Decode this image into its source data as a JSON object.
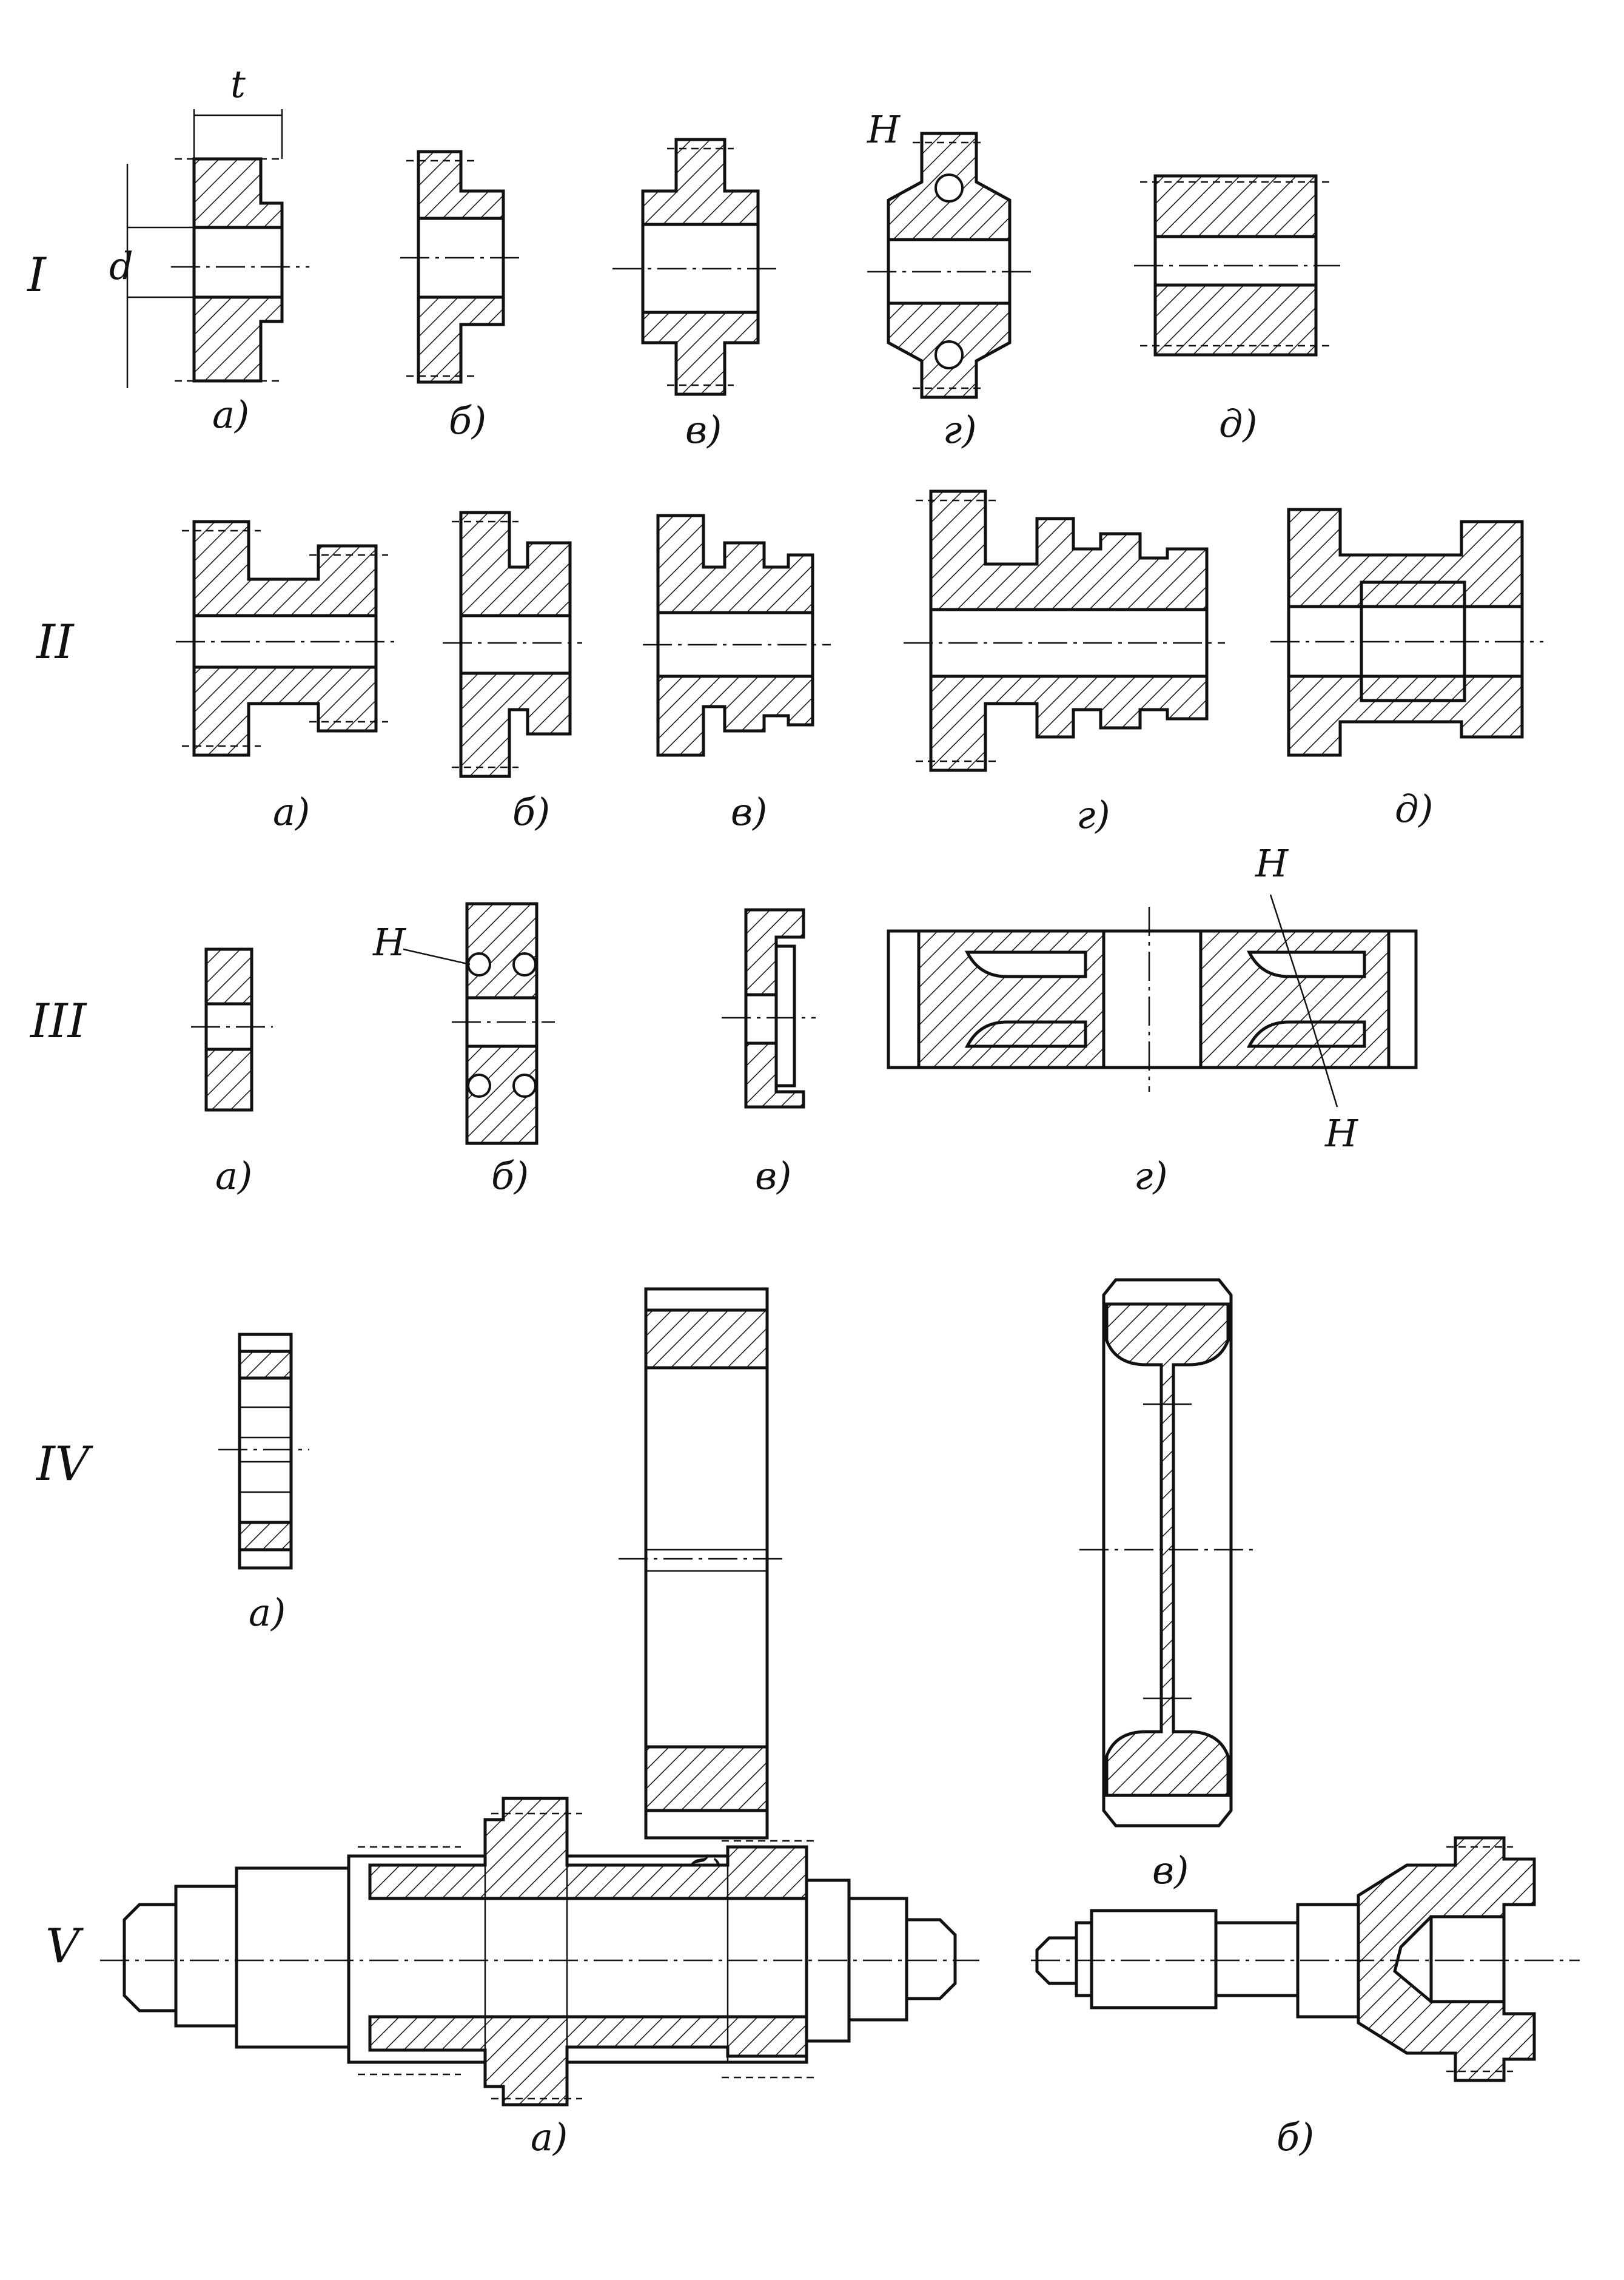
{
  "figure": {
    "dims": {
      "t": "t",
      "d": "d",
      "h": "H"
    },
    "rows": [
      {
        "id": "I",
        "label": "I",
        "subs": [
          "а)",
          "б)",
          "в)",
          "г)",
          "д)"
        ]
      },
      {
        "id": "II",
        "label": "II",
        "subs": [
          "а)",
          "б)",
          "в)",
          "г)",
          "д)"
        ]
      },
      {
        "id": "III",
        "label": "III",
        "subs": [
          "а)",
          "б)",
          "в)",
          "г)"
        ]
      },
      {
        "id": "IV",
        "label": "IV",
        "subs": [
          "а)",
          "б)",
          "в)"
        ]
      },
      {
        "id": "V",
        "label": "V",
        "subs": [
          "а)",
          "б)"
        ]
      }
    ]
  }
}
